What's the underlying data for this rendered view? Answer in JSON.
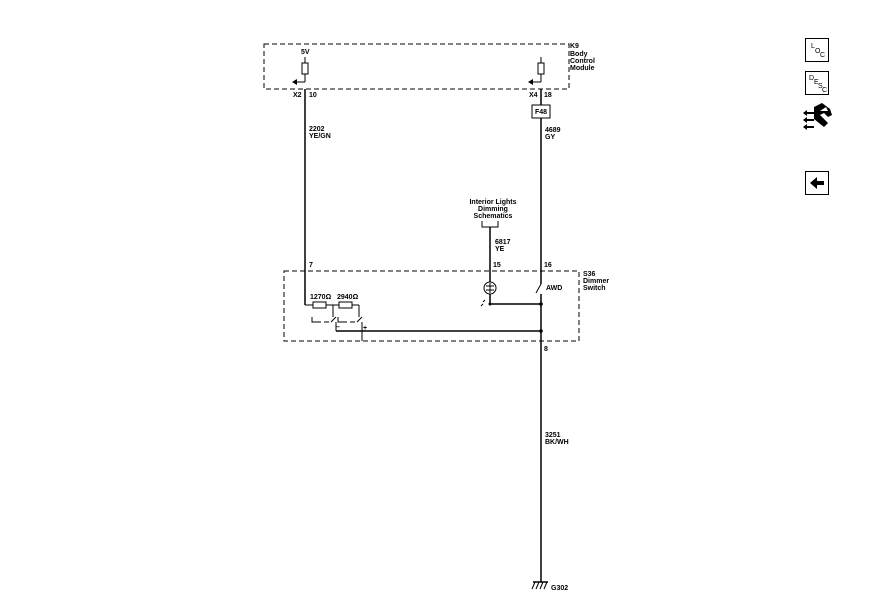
{
  "module": {
    "code": "K9",
    "name_lines": [
      "Body",
      "Control",
      "Module"
    ],
    "volt_label": "5V",
    "left_connector": "X2",
    "left_pin": "10",
    "right_connector": "X4",
    "right_pin": "18"
  },
  "fuse": {
    "label": "F48"
  },
  "circuits": {
    "left": {
      "number": "2202",
      "color": "YE/GN"
    },
    "right": {
      "number": "4689",
      "color": "GY"
    },
    "middle": {
      "number": "6817",
      "color": "YE"
    },
    "ground_wire": {
      "number": "3251",
      "color": "BK/WH"
    }
  },
  "reference": {
    "lines": [
      "Interior Lights",
      "Dimming",
      "Schematics"
    ]
  },
  "switch": {
    "code": "S36",
    "name_lines": [
      "Dimmer",
      "Switch"
    ],
    "pin_left": "7",
    "pin_middle": "15",
    "pin_right": "16",
    "pin_bottom": "8",
    "resistor_1": "1270Ω",
    "resistor_2": "2940Ω",
    "awd_label": "AWD",
    "minus": "–",
    "plus": "+"
  },
  "ground": {
    "label": "G302"
  },
  "nav": {
    "loc": [
      "L",
      "O",
      "C"
    ],
    "desc": [
      "D",
      "E",
      "S",
      "C"
    ]
  },
  "icons": [
    "loc-button-icon",
    "desc-button-icon",
    "connector-hand-icon",
    "back-arrow-icon"
  ]
}
